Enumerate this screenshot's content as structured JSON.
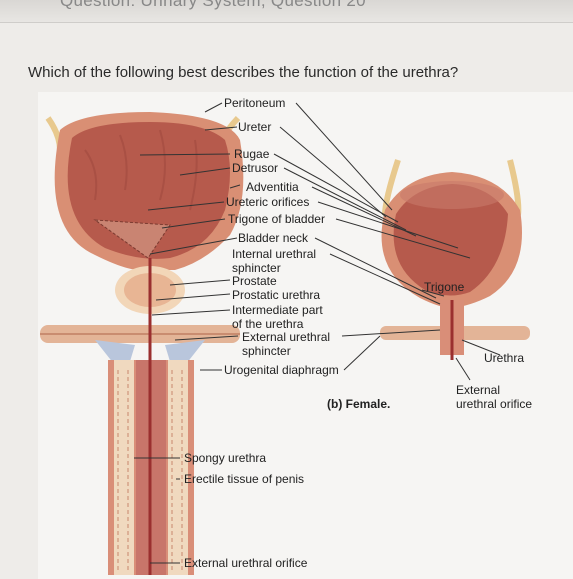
{
  "header": {
    "title_fragment": "Question: Urinary System, Question 20"
  },
  "question": {
    "text": "Which of the following best describes the function of the urethra?"
  },
  "figure": {
    "labels": {
      "peritoneum": "Peritoneum",
      "ureter": "Ureter",
      "rugae": "Rugae",
      "detrusor": "Detrusor",
      "adventitia": "Adventitia",
      "ureteric_orifices": "Ureteric orifices",
      "trigone_of_bladder": "Trigone of bladder",
      "bladder_neck": "Bladder neck",
      "internal_urethral_sphincter_1": "Internal urethral",
      "internal_urethral_sphincter_2": "sphincter",
      "prostate": "Prostate",
      "prostatic_urethra": "Prostatic urethra",
      "intermediate_part_1": "Intermediate part",
      "intermediate_part_2": "of the urethra",
      "external_urethral_sphincter_1": "External urethral",
      "external_urethral_sphincter_2": "sphincter",
      "urogenital_diaphragm": "Urogenital diaphragm",
      "spongy_urethra": "Spongy urethra",
      "erectile_tissue": "Erectile tissue of penis",
      "external_urethral_orifice": "External urethral orifice",
      "trigone": "Trigone",
      "urethra": "Urethra",
      "female_ext_orifice_1": "External",
      "female_ext_orifice_2": "urethral orifice",
      "female_caption": "(b) Female."
    }
  }
}
